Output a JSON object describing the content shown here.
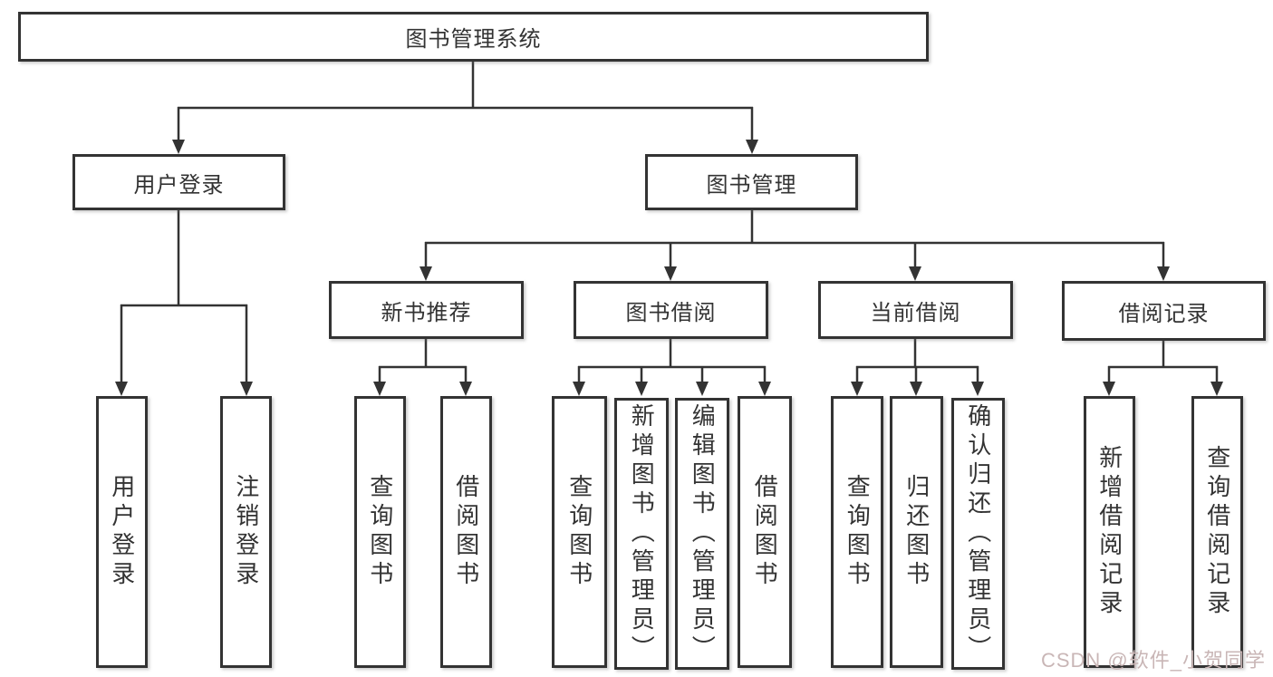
{
  "diagram_type": "tree",
  "nodes": {
    "root": "图书管理系统",
    "user_login": "用户登录",
    "book_mgmt": "图书管理",
    "new_book_rec": "新书推荐",
    "book_borrow": "图书借阅",
    "current_borrow": "当前借阅",
    "borrow_records": "借阅记录",
    "ul_user_login": "用户登录",
    "ul_logout": "注销登录",
    "nbr_query_book": "查询图书",
    "nbr_borrow_book": "借阅图书",
    "bb_query_book": "查询图书",
    "bb_add_book": "新增图书（管理员）",
    "bb_edit_book": "编辑图书（管理员）",
    "bb_borrow_book": "借阅图书",
    "cb_query_book": "查询图书",
    "cb_return_book": "归还图书",
    "cb_confirm_return": "确认归还（管理员）",
    "br_add_record": "新增借阅记录",
    "br_query_record": "查询借阅记录"
  },
  "watermark": "CSDN @软件_小贺同学",
  "colors": {
    "line": "#333333",
    "box_border": "#333333",
    "text": "#333333",
    "background": "#ffffff",
    "watermark": "#c9b6b6"
  }
}
